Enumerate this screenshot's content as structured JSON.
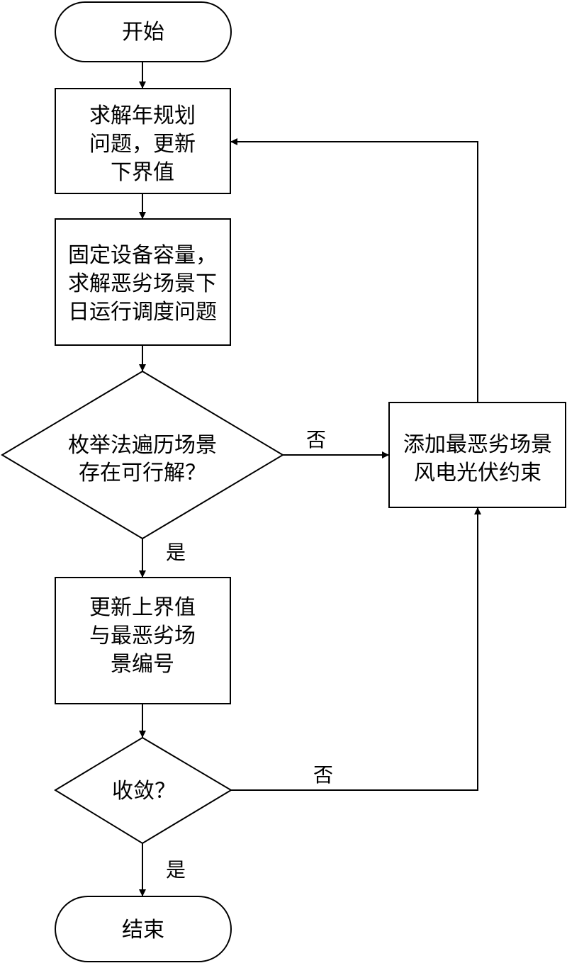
{
  "nodes": {
    "start": [
      "开始"
    ],
    "solve_annual": [
      "求解年规划",
      "问题，更新",
      "下界值"
    ],
    "fix_capacity": [
      "固定设备容量，",
      "求解恶劣场景下",
      "日运行调度问题"
    ],
    "enumerate": [
      "枚举法遍历场景",
      "存在可行解？"
    ],
    "add_constraint": [
      "添加最恶劣场景",
      "风电光伏约束"
    ],
    "update_upper": [
      "更新上界值",
      "与最恶劣场",
      "景编号"
    ],
    "converge": [
      "收敛？"
    ],
    "end": [
      "结束"
    ]
  },
  "edge_labels": {
    "enumerate_no": "否",
    "enumerate_yes": "是",
    "converge_no": "否",
    "converge_yes": "是"
  }
}
